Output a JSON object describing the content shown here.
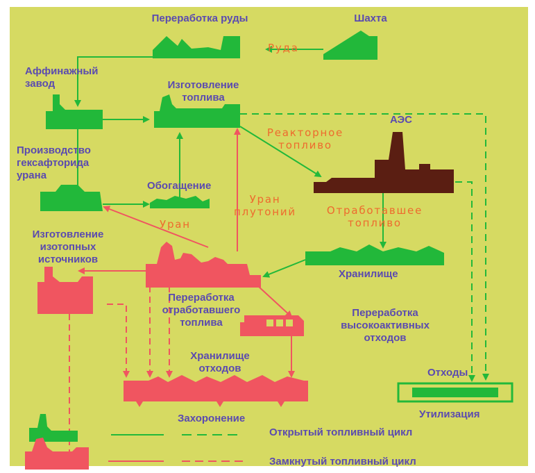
{
  "facilities": {
    "ore_processing": "Переработка руды",
    "mine": "Шахта",
    "refinery": "Аффинажный\nзавод",
    "fuel_fabrication": "Изготовление\nтоплива",
    "npp": "АЭС",
    "hexafluoride": "Производство\nгексафторида\nурана",
    "enrichment": "Обогащение",
    "isotope_sources": "Изготовление\nизотопных\nисточников",
    "spent_fuel_reprocessing": "Переработка\nотработавшего\nтоплива",
    "storage": "Хранилище",
    "hlw_processing": "Переработка\nвысокоактивных\nотходов",
    "waste_storage": "Хранилище\nотходов",
    "disposal": "Захоронение",
    "waste": "Отходы",
    "utilization": "Утилизация"
  },
  "flows": {
    "ore": "Руда",
    "reactor_fuel": "Реакторное\nтопливо",
    "spent_fuel": "Отработавшее\nтопливо",
    "uranium": "Уран",
    "uranium_plutonium": "Уран\nплутоний"
  },
  "legend": {
    "open_cycle": "Открытый топливный цикл",
    "closed_cycle": "Замкнутый топливный цикл"
  },
  "colors": {
    "background": "#d6da62",
    "open_cycle": "#22b83a",
    "closed_cycle": "#f05560",
    "npp": "#5a1e12",
    "label_text": "#5a4ab0",
    "flow_text": "#ee6a2e"
  }
}
